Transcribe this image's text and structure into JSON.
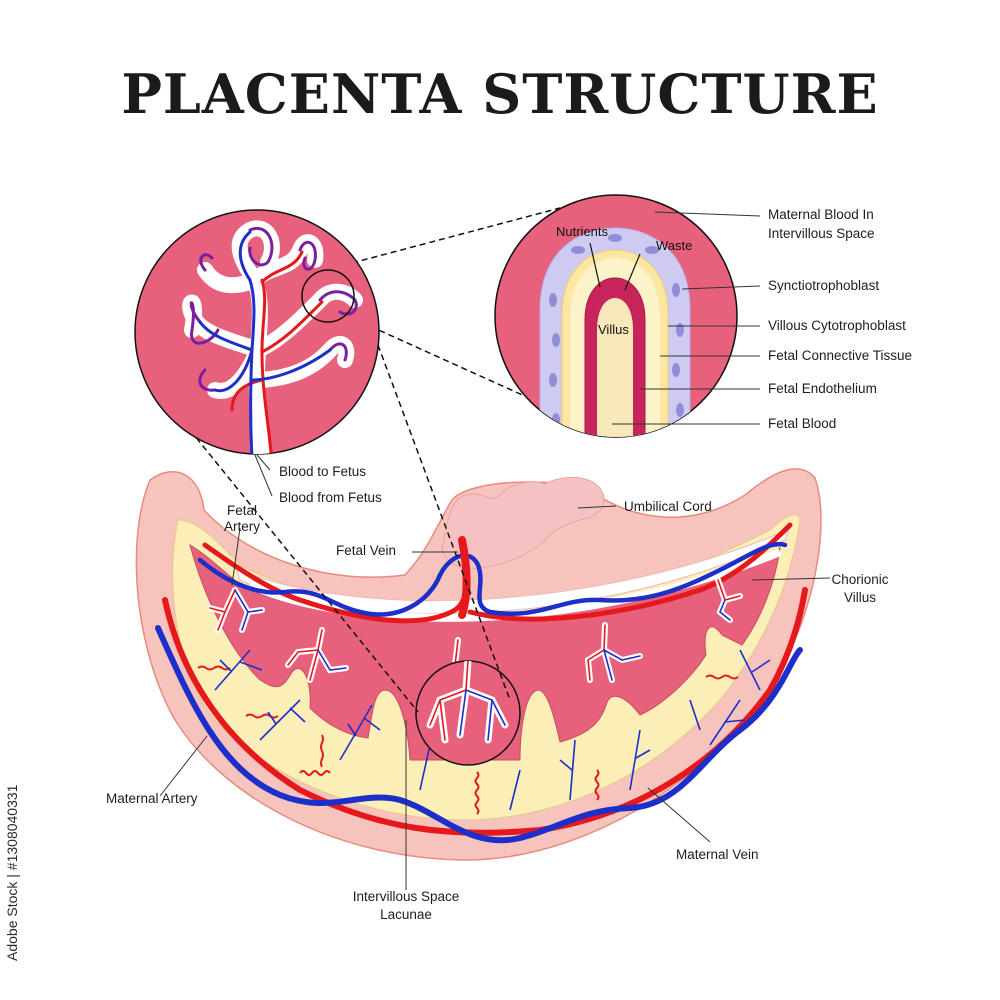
{
  "title": "PLACENTA STRUCTURE",
  "colors": {
    "outer_tissue": "#f6c4bd",
    "outer_outline": "#e88a7f",
    "yellow_layer": "#fbefb7",
    "pink_villi": "#e8617c",
    "deep_pink": "#c8245c",
    "artery_red": "#e5181c",
    "vein_blue": "#1c2fc9",
    "purple": "#7b1fa2",
    "syncytio": "#cfcaf2",
    "cord": "#f5c1c2"
  },
  "labels": {
    "nutrients": "Nutrients",
    "waste": "Waste",
    "villus": "Villus",
    "maternal_blood_line1": "Maternal Blood In",
    "maternal_blood_line2": "Intervillous Space",
    "synctiotrophoblast": "Synctiotrophoblast",
    "villous_cytotrophoblast": "Villous Cytotrophoblast",
    "fetal_connective_tissue": "Fetal Connective Tissue",
    "fetal_endothelium": "Fetal Endothelium",
    "fetal_blood": "Fetal Blood",
    "blood_to_fetus": "Blood to Fetus",
    "blood_from_fetus": "Blood from Fetus",
    "umbilical_cord": "Umbilical Cord",
    "fetal_artery_line1": "Fetal",
    "fetal_artery_line2": "Artery",
    "fetal_vein": "Fetal Vein",
    "chorionic_villus_line1": "Chorionic",
    "chorionic_villus_line2": "Villus",
    "maternal_artery": "Maternal Artery",
    "maternal_vein": "Maternal Vein",
    "intervillous_line1": "Intervillous Space",
    "intervillous_line2": "Lacunae"
  },
  "stock_id": "Adobe Stock | #1308040331"
}
